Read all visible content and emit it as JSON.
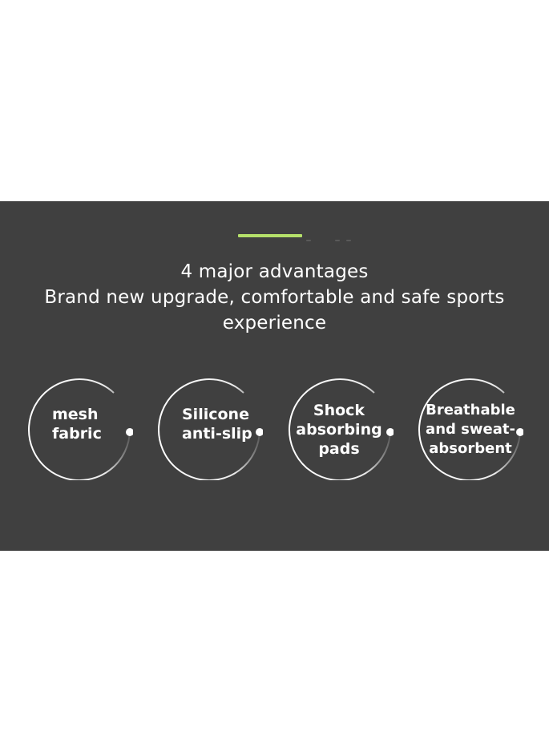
{
  "header": {
    "accent_color": "#b5e06a",
    "background_color": "#404040",
    "title_line1": "4 major advantages",
    "title_line2": "Brand new upgrade, comfortable and safe sports",
    "title_line3": "experience"
  },
  "features": [
    {
      "label": "mesh\nfabric",
      "icon": "circle-arc-icon"
    },
    {
      "label": "Silicone\nanti-slip",
      "icon": "circle-arc-icon"
    },
    {
      "label": "Shock\nabsorbing\npads",
      "icon": "circle-arc-icon"
    },
    {
      "label": "Breathable\nand sweat-\nabsorbent",
      "icon": "circle-arc-icon"
    }
  ]
}
